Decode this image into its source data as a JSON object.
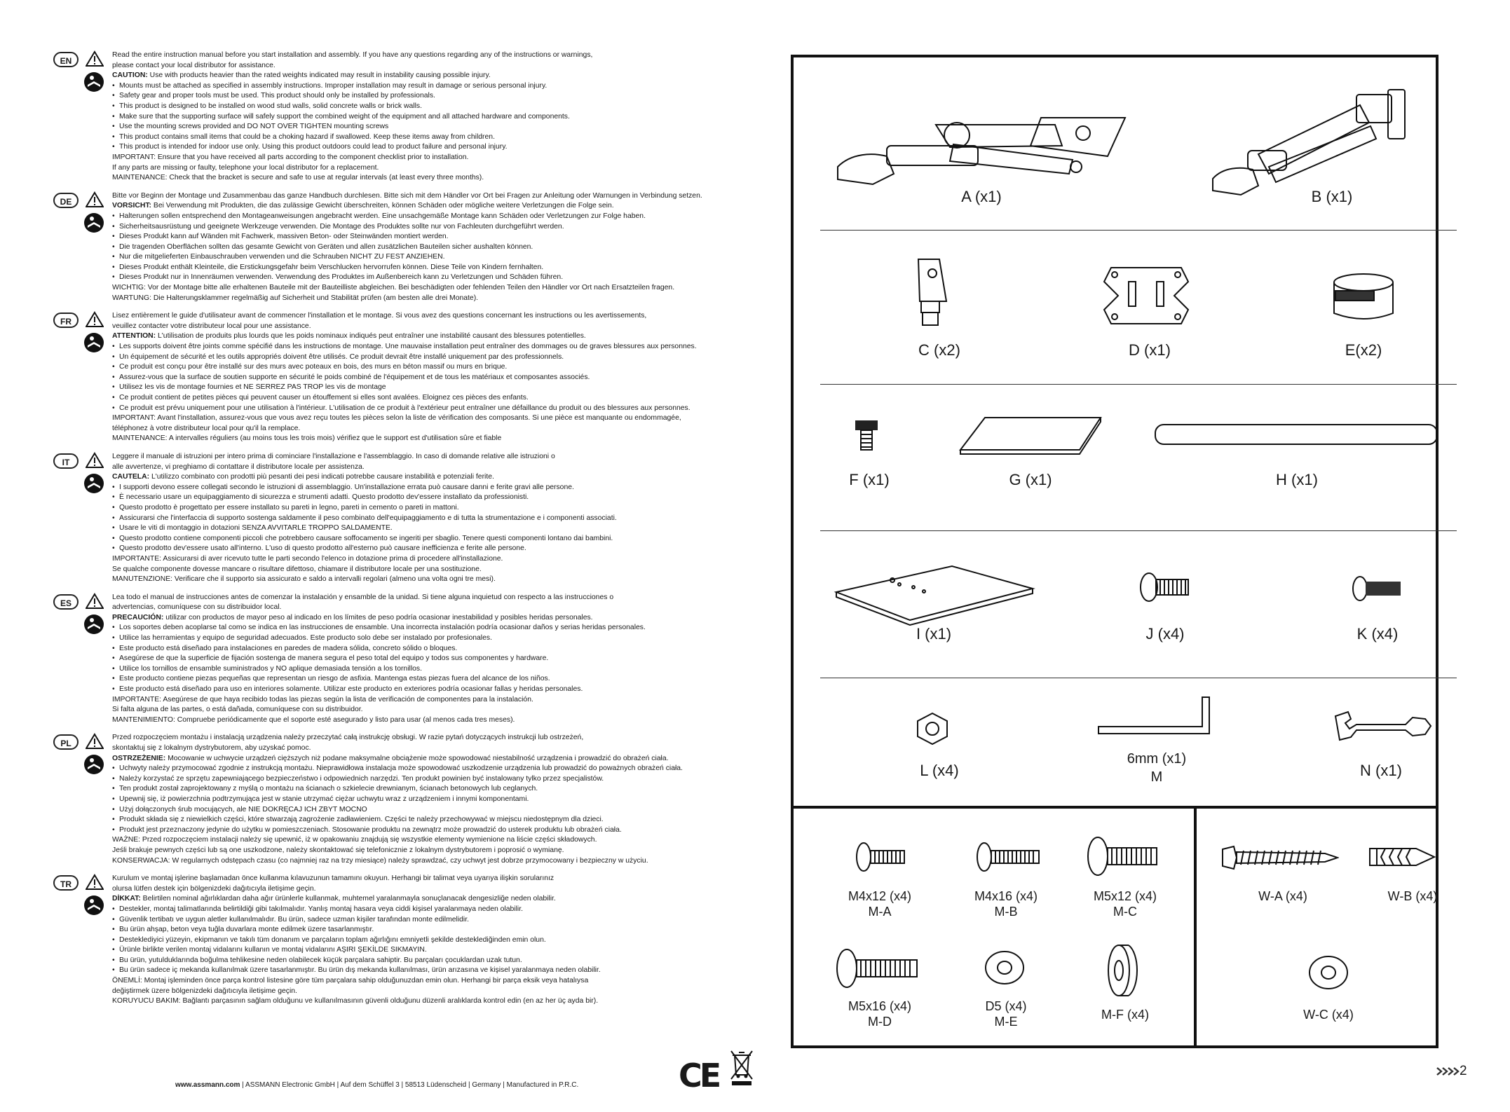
{
  "sections": [
    {
      "code": "EN",
      "lines": [
        {
          "t": "Read the entire instruction manual before you start installation and assembly. If you have any questions regarding any of the instructions or warnings,"
        },
        {
          "t": "please contact your local distributor for assistance."
        },
        {
          "h": "CAUTION:",
          "t": " Use with products heavier than the rated weights indicated may result in instability causing possible injury."
        },
        {
          "b": 1,
          "t": "Mounts must be attached as specified in assembly instructions. Improper installation may result in damage or serious personal injury."
        },
        {
          "b": 1,
          "t": "Safety gear and proper tools must be used. This product should only be installed by professionals."
        },
        {
          "b": 1,
          "t": "This product is designed to be installed on wood stud walls, solid concrete walls or brick walls."
        },
        {
          "b": 1,
          "t": "Make sure that the supporting surface will safely support the combined weight of the equipment and all attached hardware and components."
        },
        {
          "b": 1,
          "t": "Use the mounting screws provided and DO NOT OVER TIGHTEN mounting screws"
        },
        {
          "b": 1,
          "t": "This product contains small items that could be a choking hazard if swallowed. Keep these items away from children."
        },
        {
          "b": 1,
          "t": "This product is intended for indoor use only. Using this product outdoors could lead to product failure and personal injury."
        },
        {
          "t": "IMPORTANT: Ensure that you have received all parts according to the component checklist prior to installation."
        },
        {
          "t": "If any parts are missing or faulty, telephone your local distributor for a replacement."
        },
        {
          "t": "MAINTENANCE: Check that the bracket is secure and safe to use at regular intervals (at least every three months)."
        }
      ]
    },
    {
      "code": "DE",
      "lines": [
        {
          "t": "Bitte vor Beginn der Montage und Zusammenbau das ganze Handbuch durchlesen. Bitte sich mit dem Händler vor Ort bei Fragen zur Anleitung oder Warnungen in Verbindung setzen."
        },
        {
          "h": "VORSICHT:",
          "t": " Bei Verwendung mit Produkten, die das zulässige Gewicht überschreiten, können Schäden oder mögliche weitere Verletzungen die Folge sein."
        },
        {
          "b": 1,
          "t": "Halterungen sollen entsprechend den Montageanweisungen angebracht werden. Eine unsachgemäße Montage kann Schäden oder Verletzungen zur Folge haben."
        },
        {
          "b": 1,
          "t": "Sicherheitsausrüstung und geeignete Werkzeuge verwenden. Die Montage des Produktes sollte nur von Fachleuten durchgeführt werden."
        },
        {
          "b": 1,
          "t": "Dieses Produkt kann auf Wänden mit Fachwerk, massiven Beton- oder Steinwänden montiert werden."
        },
        {
          "b": 1,
          "t": "Die tragenden Oberflächen sollten das gesamte Gewicht von Geräten und allen zusätzlichen Bauteilen sicher aushalten können."
        },
        {
          "b": 1,
          "t": "Nur die mitgelieferten Einbauschrauben verwenden und die Schrauben NICHT ZU FEST ANZIEHEN."
        },
        {
          "b": 1,
          "t": "Dieses Produkt enthält Kleinteile, die Erstickungsgefahr beim Verschlucken hervorrufen können. Diese Teile von Kindern fernhalten."
        },
        {
          "b": 1,
          "t": "Dieses Produkt nur in Innenräumen verwenden. Verwendung des Produktes im Außenbereich kann zu Verletzungen und Schäden führen."
        },
        {
          "t": "WICHTIG: Vor der Montage bitte alle erhaltenen Bauteile mit der Bauteilliste abgleichen. Bei beschädigten oder fehlenden Teilen den Händler vor Ort nach Ersatzteilen fragen."
        },
        {
          "t": "WARTUNG: Die Halterungsklammer regelmäßig auf Sicherheit und Stabilität prüfen (am besten alle drei Monate)."
        }
      ]
    },
    {
      "code": "FR",
      "lines": [
        {
          "t": "Lisez entièrement le guide d'utilisateur avant de commencer l'installation et le montage. Si vous avez des questions concernant les instructions ou les avertissements,"
        },
        {
          "t": "veuillez contacter votre distributeur local pour une assistance."
        },
        {
          "h": "ATTENTION:",
          "t": " L'utilisation de produits plus lourds que les poids nominaux indiqués peut entraîner une instabilité causant des blessures potentielles."
        },
        {
          "b": 1,
          "t": "Les supports doivent être joints comme spécifié dans les instructions de montage. Une mauvaise installation peut entraîner des dommages ou de graves blessures aux personnes."
        },
        {
          "b": 1,
          "t": "Un équipement de sécurité et les outils appropriés doivent être utilisés. Ce produit devrait être installé uniquement par des professionnels."
        },
        {
          "b": 1,
          "t": "Ce produit est conçu pour être installé sur des murs avec poteaux en bois, des murs en béton massif ou murs en brique."
        },
        {
          "b": 1,
          "t": "Assurez-vous que la surface de soutien supporte en sécurité le poids combiné de l'équipement et de tous les matériaux et composantes associés."
        },
        {
          "b": 1,
          "t": "Utilisez les vis de montage fournies et NE SERREZ PAS TROP les vis de montage"
        },
        {
          "b": 1,
          "t": "Ce produit contient de petites pièces qui peuvent causer un étouffement si elles sont avalées. Eloignez ces pièces des enfants."
        },
        {
          "b": 1,
          "t": "Ce produit est prévu uniquement pour une utilisation à l'intérieur. L'utilisation de ce produit à l'extérieur peut entraîner une défaillance du produit ou des blessures aux personnes."
        },
        {
          "t": "IMPORTANT: Avant l'installation, assurez-vous que vous avez reçu toutes les pièces selon la liste de vérification des composants. Si une pièce est manquante ou endommagée,"
        },
        {
          "t": "téléphonez à votre distributeur local pour qu'il la remplace."
        },
        {
          "t": "MAINTENANCE: A intervalles réguliers (au moins tous les trois mois) vérifiez que le support est d'utilisation sûre et fiable"
        }
      ]
    },
    {
      "code": "IT",
      "lines": [
        {
          "t": "Leggere il manuale di istruzioni per intero prima di cominciare l'installazione e l'assemblaggio. In caso di domande relative alle istruzioni o"
        },
        {
          "t": "alle avvertenze, vi preghiamo di contattare il distributore locale per assistenza."
        },
        {
          "h": "CAUTELA:",
          "t": " L'utilizzo combinato con prodotti più pesanti dei pesi indicati potrebbe causare instabilità e potenziali ferite."
        },
        {
          "b": 1,
          "t": "I supporti devono essere collegati secondo le istruzioni di assemblaggio. Un'installazione errata può causare danni e ferite gravi alle persone."
        },
        {
          "b": 1,
          "t": "È necessario usare un equipaggiamento di sicurezza e strumenti adatti. Questo prodotto dev'essere installato da professionisti."
        },
        {
          "b": 1,
          "t": "Questo prodotto è progettato per essere installato su pareti in legno, pareti in cemento o pareti in mattoni."
        },
        {
          "b": 1,
          "t": "Assicurarsi che l'interfaccia di supporto sostenga saldamente il peso combinato dell'equipaggiamento e di tutta la strumentazione e i componenti associati."
        },
        {
          "b": 1,
          "t": "Usare le viti di montaggio in dotazioni SENZA AVVITARLE TROPPO SALDAMENTE."
        },
        {
          "b": 1,
          "t": "Questo prodotto contiene componenti piccoli che potrebbero causare soffocamento se ingeriti per sbaglio. Tenere questi componenti lontano dai bambini."
        },
        {
          "b": 1,
          "t": "Questo prodotto dev'essere usato all'interno. L'uso di questo prodotto all'esterno può causare inefficienza e ferite alle persone."
        },
        {
          "t": "IMPORTANTE: Assicurarsi di aver ricevuto tutte le parti secondo l'elenco in dotazione prima di procedere all'installazione."
        },
        {
          "t": "Se qualche componente dovesse mancare o risultare difettoso, chiamare il distributore locale per una sostituzione."
        },
        {
          "t": "MANUTENZIONE: Verificare che il supporto sia assicurato e saldo a intervalli regolari (almeno una volta ogni tre mesi)."
        }
      ]
    },
    {
      "code": "ES",
      "lines": [
        {
          "t": "Lea todo el manual de instrucciones antes de comenzar la instalación y ensamble de la unidad. Si tiene alguna inquietud con respecto a las instrucciones o"
        },
        {
          "t": "advertencias, comuníquese con su distribuidor local."
        },
        {
          "h": "PRECAUCIÓN:",
          "t": " utilizar con productos de mayor peso al indicado en los límites de peso podría ocasionar inestabilidad y posibles heridas personales."
        },
        {
          "b": 1,
          "t": "Los soportes deben acoplarse tal como se indica en las instrucciones de ensamble. Una incorrecta instalación podría ocasionar daños y serias heridas personales."
        },
        {
          "b": 1,
          "t": "Utilice las herramientas y equipo de seguridad adecuados. Este producto solo debe ser instalado por profesionales."
        },
        {
          "b": 1,
          "t": "Este producto está diseñado para instalaciones en paredes de madera sólida, concreto sólido o bloques."
        },
        {
          "b": 1,
          "t": "Asegúrese de que la superficie de fijación sostenga de manera segura el peso total del equipo y todos sus componentes y hardware."
        },
        {
          "b": 1,
          "t": "Utilice los tornillos de ensamble suministrados y NO aplique demasiada tensión a los tornillos."
        },
        {
          "b": 1,
          "t": "Este producto contiene piezas pequeñas que representan un riesgo de asfixia. Mantenga estas piezas fuera del alcance de los niños."
        },
        {
          "b": 1,
          "t": "Este producto está diseñado para uso en interiores solamente. Utilizar este producto en exteriores podría ocasionar fallas y heridas personales."
        },
        {
          "t": "IMPORTANTE: Asegúrese de que haya recibido todas las piezas según la lista de verificación de componentes para la instalación."
        },
        {
          "t": "Si falta alguna de las partes, o está dañada, comuníquese con su distribuidor."
        },
        {
          "t": "MANTENIMIENTO: Compruebe periódicamente que el soporte esté asegurado y listo para usar (al menos cada tres meses)."
        }
      ]
    },
    {
      "code": "PL",
      "lines": [
        {
          "t": "Przed rozpoczęciem montażu i instalacją urządzenia należy przeczytać całą instrukcję obsługi. W razie pytań dotyczących instrukcji lub ostrzeżeń,"
        },
        {
          "t": "skontaktuj się z lokalnym dystrybutorem, aby uzyskać pomoc."
        },
        {
          "h": "OSTRZEŻENIE:",
          "t": " Mocowanie w uchwycie urządzeń cięższych niż podane maksymalne obciążenie może spowodować niestabilność urządzenia i prowadzić do obrażeń ciała."
        },
        {
          "b": 1,
          "t": "Uchwyty należy przymocować zgodnie z instrukcją montażu. Nieprawidłowa instalacja może spowodować uszkodzenie urządzenia lub prowadzić do poważnych obrażeń ciała."
        },
        {
          "b": 1,
          "t": "Należy korzystać ze sprzętu zapewniającego bezpieczeństwo i odpowiednich narzędzi. Ten produkt powinien być instalowany tylko przez specjalistów."
        },
        {
          "b": 1,
          "t": "Ten produkt został zaprojektowany z myślą o montażu na ścianach o szkielecie drewnianym, ścianach betonowych lub ceglanych."
        },
        {
          "b": 1,
          "t": "Upewnij się, iż powierzchnia podtrzymująca jest w stanie utrzymać ciężar uchwytu wraz z urządzeniem i innymi komponentami."
        },
        {
          "b": 1,
          "t": "Użyj dołączonych śrub mocujących, ale NIE DOKRĘCAJ ICH ZBYT MOCNO"
        },
        {
          "b": 1,
          "t": "Produkt składa się z niewielkich części, które stwarzają zagrożenie zadławieniem. Części te należy przechowywać w miejscu niedostępnym dla dzieci."
        },
        {
          "b": 1,
          "t": "Produkt jest przeznaczony jedynie do użytku w pomieszczeniach. Stosowanie produktu na zewnątrz może prowadzić do usterek produktu lub obrażeń ciała."
        },
        {
          "t": "WAŻNE: Przed rozpoczęciem instalacji należy się upewnić, iż w opakowaniu znajdują się wszystkie elementy wymienione na liście części składowych."
        },
        {
          "t": "Jeśli brakuje pewnych części lub są one uszkodzone, należy skontaktować się telefonicznie z lokalnym dystrybutorem i poprosić o wymianę."
        },
        {
          "t": "KONSERWACJA: W regularnych odstępach czasu (co najmniej raz na trzy miesiące) należy sprawdzać, czy uchwyt jest dobrze przymocowany i bezpieczny w użyciu."
        }
      ]
    },
    {
      "code": "TR",
      "lines": [
        {
          "t": "Kurulum ve montaj işlerine başlamadan önce kullanma kılavuzunun tamamını okuyun. Herhangi bir talimat veya uyarıya ilişkin sorularınız"
        },
        {
          "t": "olursa lütfen destek için bölgenizdeki dağıtıcıyla iletişime geçin."
        },
        {
          "h": "DİKKAT:",
          "t": " Belirtilen nominal ağırlıklardan daha ağır ürünlerle kullanmak, muhtemel yaralanmayla sonuçlanacak dengesizliğe neden olabilir."
        },
        {
          "b": 1,
          "t": "Destekler, montaj talimatlarında belirtildiği gibi takılmalıdır. Yanlış montaj hasara veya ciddi kişisel yaralanmaya neden olabilir."
        },
        {
          "b": 1,
          "t": "Güvenlik tertibatı ve uygun aletler kullanılmalıdır. Bu ürün, sadece uzman kişiler tarafından monte edilmelidir."
        },
        {
          "b": 1,
          "t": "Bu ürün ahşap, beton veya tuğla duvarlara monte edilmek üzere tasarlanmıştır."
        },
        {
          "b": 1,
          "t": "Desteklediyici yüzeyin, ekipmanın ve takılı tüm donanım ve parçaların toplam ağırlığını emniyetli şekilde desteklediğinden emin olun."
        },
        {
          "b": 1,
          "t": "Ürünle birlikte verilen montaj vidalarını kullanın ve montaj vidalarını AŞIRI ŞEKİLDE SIKMAYIN."
        },
        {
          "b": 1,
          "t": "Bu ürün, yutulduklarında boğulma tehlikesine neden olabilecek küçük parçalara sahiptir. Bu parçaları çocuklardan uzak tutun."
        },
        {
          "b": 1,
          "t": "Bu ürün sadece iç mekanda kullanılmak üzere tasarlanmıştır. Bu ürün dış mekanda kullanılması, ürün arızasına ve kişisel yaralanmaya neden olabilir."
        },
        {
          "t": "ÖNEMLİ: Montaj işleminden önce parça kontrol listesine göre tüm parçalara sahip olduğunuzdan emin olun. Herhangi bir parça eksik veya hatalıysa"
        },
        {
          "t": "değiştirmek üzere bölgenizdeki dağıtıcıyla iletişime geçin."
        },
        {
          "t": "KORUYUCU BAKIM: Bağlantı parçasının sağlam olduğunu ve kullanılmasının güvenli olduğunu düzenli aralıklarda kontrol edin (en az her üç ayda bir)."
        }
      ]
    }
  ],
  "footer": {
    "url": "www.assmann.com",
    "rest": " | ASSMANN Electronic GmbH | Auf dem Schüffel 3 | 58513 Lüdenscheid | Germany | Manufactured in P.R.C."
  },
  "marks": {
    "ce": "CE"
  },
  "page_number": "2",
  "parts": {
    "A": "A (x1)",
    "B": "B (x1)",
    "C": "C (x2)",
    "D": "D (x1)",
    "E": "E(x2)",
    "F": "F (x1)",
    "G": "G (x1)",
    "H": "H (x1)",
    "I": "I (x1)",
    "J": "J (x4)",
    "K": "K (x4)",
    "L": "L (x4)",
    "M1": "6mm (x1)",
    "M2": "M",
    "N": "N (x1)"
  },
  "screws": {
    "MA1": "M4x12 (x4)",
    "MA2": "M-A",
    "MB1": "M4x16 (x4)",
    "MB2": "M-B",
    "MC1": "M5x12 (x4)",
    "MC2": "M-C",
    "MD1": "M5x16 (x4)",
    "MD2": "M-D",
    "ME1": "D5 (x4)",
    "ME2": "M-E",
    "MF": "M-F (x4)",
    "WA": "W-A (x4)",
    "WB": "W-B (x4)",
    "WC": "W-C (x4)"
  },
  "icons": [
    "warning-triangle-icon",
    "read-manual-icon",
    "weee-bin-icon",
    "page-arrow-icon"
  ]
}
